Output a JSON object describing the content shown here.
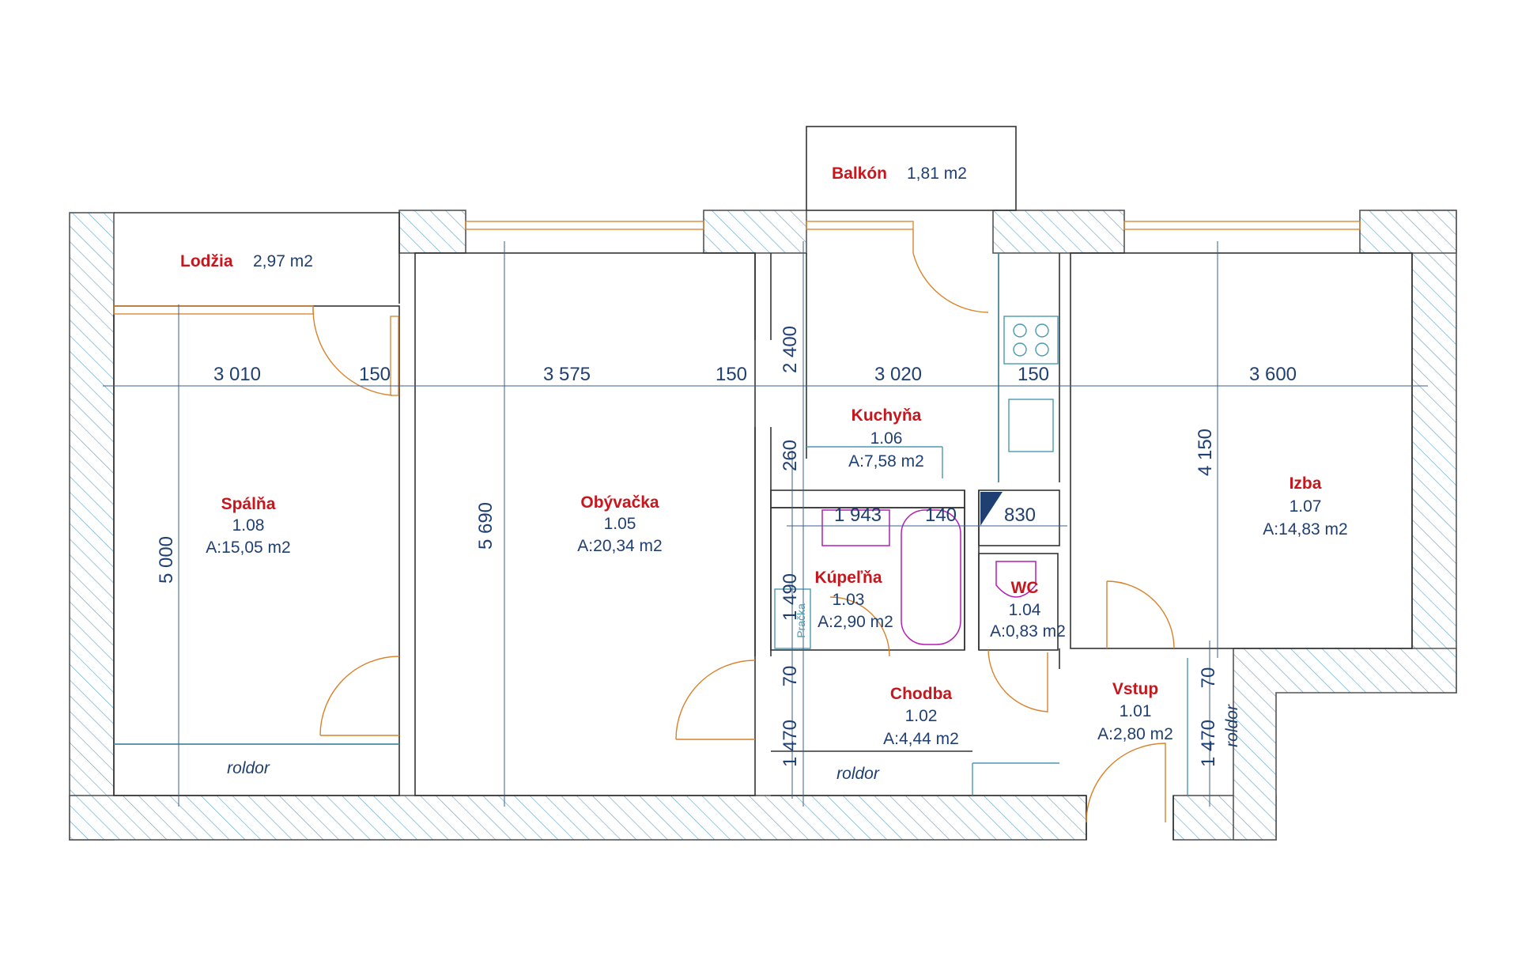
{
  "rooms": {
    "lodzia": {
      "name": "Lodžia",
      "area": "2,97 m2"
    },
    "balkon": {
      "name": "Balkón",
      "area": "1,81 m2"
    },
    "spalna": {
      "name": "Spálňa",
      "number": "1.08",
      "area": "A:15,05 m2"
    },
    "obyvacka": {
      "name": "Obývačka",
      "number": "1.05",
      "area": "A:20,34 m2"
    },
    "kuchyna": {
      "name": "Kuchyňa",
      "number": "1.06",
      "area": "A:7,58 m2"
    },
    "izba": {
      "name": "Izba",
      "number": "1.07",
      "area": "A:14,83 m2"
    },
    "kupelna": {
      "name": "Kúpeľňa",
      "number": "1.03",
      "area": "A:2,90 m2"
    },
    "wc": {
      "name": "WC",
      "number": "1.04",
      "area": "A:0,83 m2"
    },
    "chodba": {
      "name": "Chodba",
      "number": "1.02",
      "area": "A:4,44 m2"
    },
    "vstup": {
      "name": "Vstup",
      "number": "1.01",
      "area": "A:2,80 m2"
    }
  },
  "dimensions": {
    "spalna_width": "3 010",
    "wall_1": "150",
    "obyvacka_width": "3 575",
    "wall_2": "150",
    "kuchyna_width": "3 020",
    "wall_3": "150",
    "izba_width": "3 600",
    "spalna_depth": "5 000",
    "obyvacka_depth": "5 690",
    "kuchyna_depth": "2 400",
    "kuchyna_wall": "260",
    "izba_depth": "4 150",
    "kupelna_width": "1 943",
    "kupelna_wall": "140",
    "wc_width": "830",
    "kupelna_depth": "1 490",
    "chodba_wall": "70",
    "chodba_depth": "1 470",
    "vstup_wall": "70",
    "vstup_depth": "1 470"
  },
  "labels": {
    "roldor": "roldor",
    "pracka": "Pračka"
  },
  "colors": {
    "room_name": "#c8161d",
    "text": "#1f3f73",
    "door": "#d9822b",
    "fixture": "#b31fb3",
    "dimension_line": "#3b5f8f"
  }
}
